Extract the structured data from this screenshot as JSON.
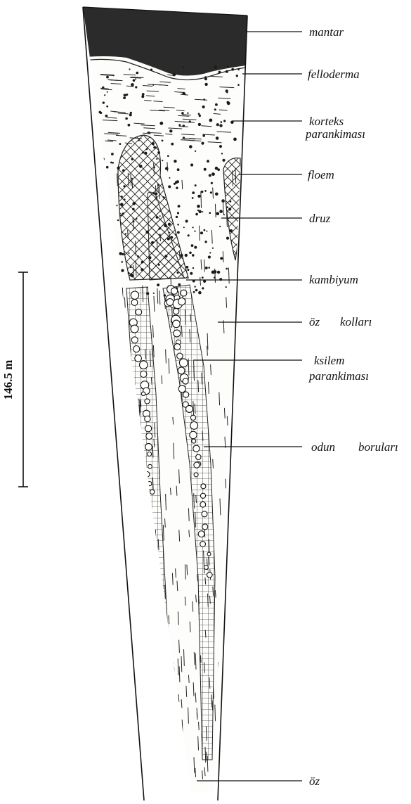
{
  "labels": {
    "mantar": "mantar",
    "felloderma": "felloderma",
    "korteks_1": "korteks",
    "korteks_2": "parankiması",
    "floem": "floem",
    "druz": "druz",
    "kambiyum": "kambiyum",
    "oz_kollari_1": "öz",
    "oz_kollari_2": "kolları",
    "ksilem_1": "ksilem",
    "ksilem_2": "parankiması",
    "odun_1": "odun",
    "odun_2": "boruları",
    "oz": "öz"
  },
  "scale_bar": {
    "text": "146.5 m"
  }
}
